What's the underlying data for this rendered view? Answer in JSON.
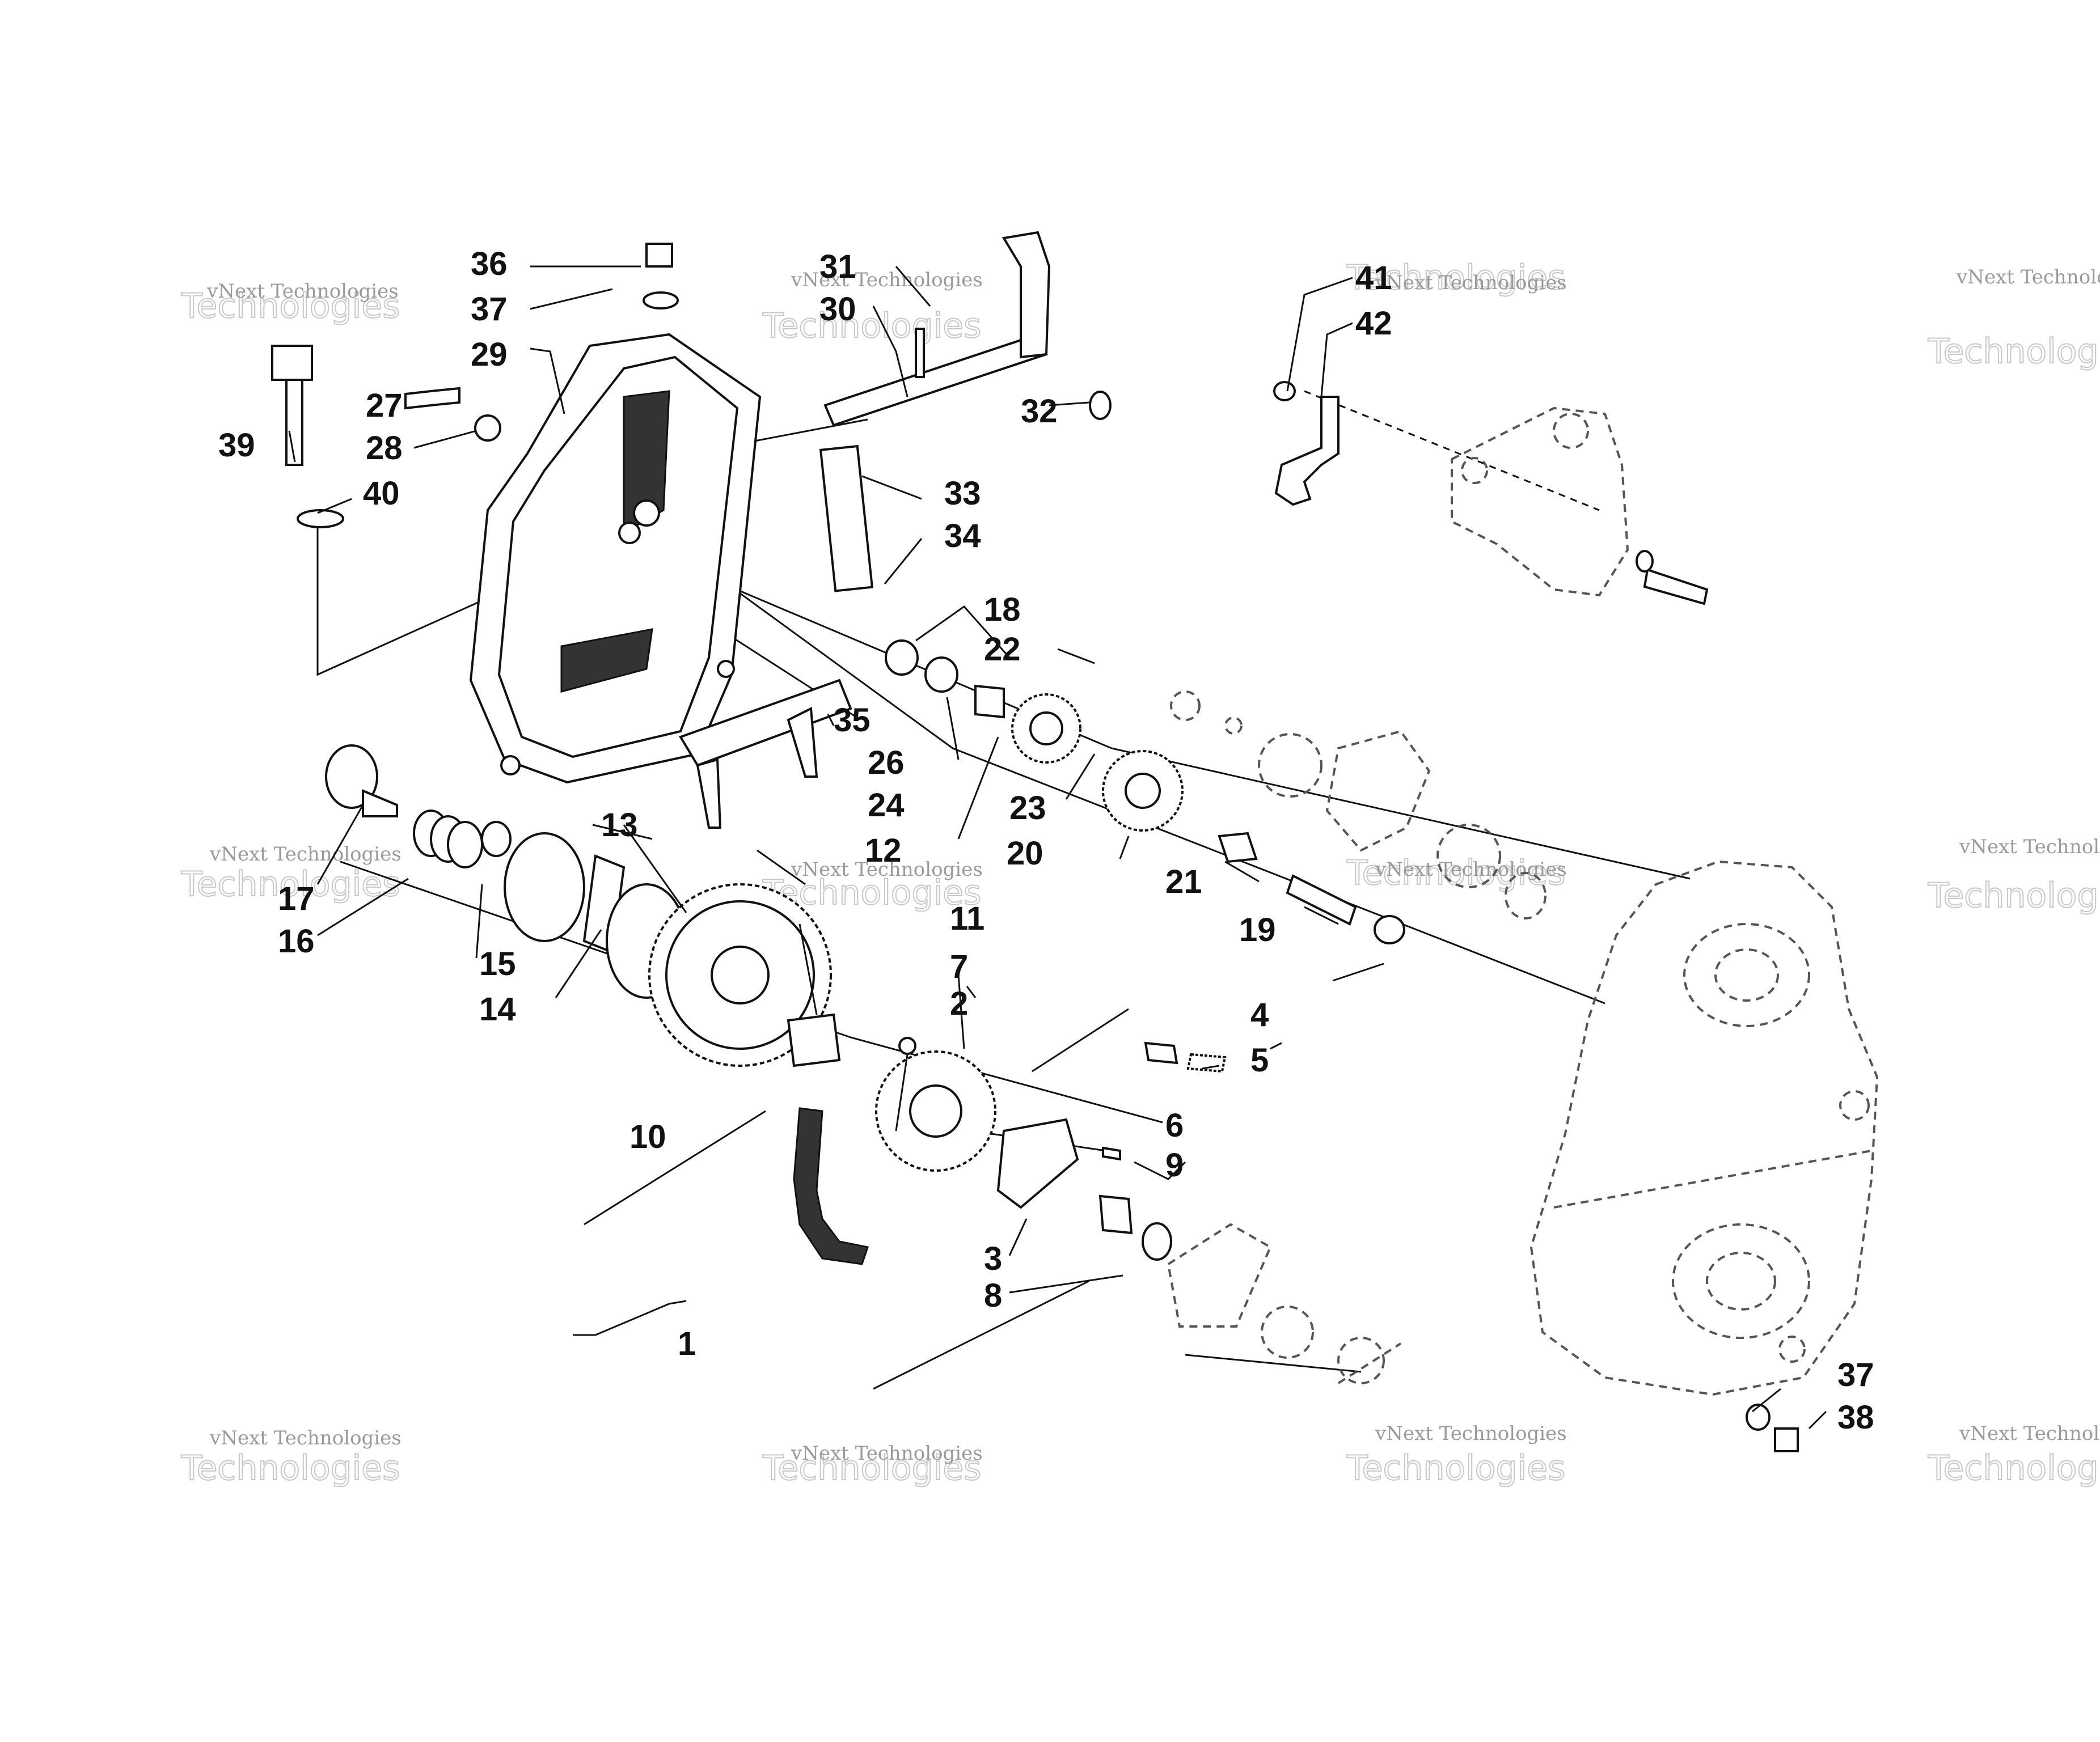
{
  "watermark": {
    "line1": "vNext Technologies",
    "line2": "Technologies"
  },
  "callouts": [
    "1",
    "2",
    "3",
    "4",
    "5",
    "6",
    "7",
    "8",
    "9",
    "10",
    "11",
    "12",
    "13",
    "14",
    "15",
    "16",
    "17",
    "18",
    "19",
    "20",
    "21",
    "22",
    "23",
    "24",
    "26",
    "27",
    "28",
    "29",
    "30",
    "31",
    "32",
    "33",
    "34",
    "35",
    "36",
    "37",
    "38",
    "39",
    "40",
    "41",
    "42"
  ],
  "icons": [
    "chaincase-cover",
    "chaincase-housing-ghost",
    "shift-shaft",
    "drive-sprocket",
    "driven-sprocket",
    "reverse-gear",
    "chain",
    "bearing",
    "dipstick",
    "drain-plug"
  ]
}
